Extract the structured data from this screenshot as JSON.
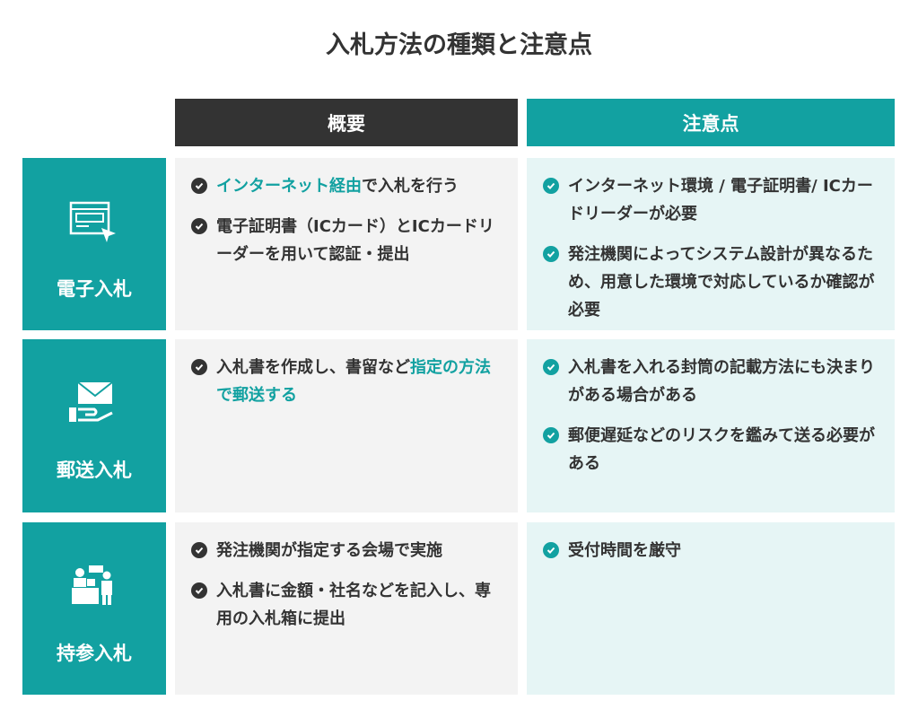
{
  "title": "入札方法の種類と注意点",
  "headers": {
    "overview": "概要",
    "notes": "注意点"
  },
  "rows": [
    {
      "name": "電子入札",
      "icon": "browser-cursor-icon",
      "overview": [
        {
          "pre": "",
          "hl": "インターネット経由",
          "post": "で入札を行う"
        },
        {
          "pre": "電子証明書（ICカード）とICカードリーダーを用いて認証・提出",
          "hl": "",
          "post": ""
        }
      ],
      "notes": [
        "インターネット環境 / 電子証明書/ ICカードリーダーが必要",
        "発注機関によってシステム設計が異なるため、用意した環境で対応しているか確認が必要"
      ]
    },
    {
      "name": "郵送入札",
      "icon": "envelope-hand-icon",
      "overview": [
        {
          "pre": "入札書を作成し、書留など",
          "hl": "指定の方法で郵送する",
          "post": ""
        }
      ],
      "notes": [
        "入札書を入れる封筒の記載方法にも決まりがある場合がある",
        "郵便遅延などのリスクを鑑みて送る必要がある"
      ]
    },
    {
      "name": "持参入札",
      "icon": "reception-desk-icon",
      "overview": [
        {
          "pre": "発注機関が指定する会場で実施",
          "hl": "",
          "post": ""
        },
        {
          "pre": "入札書に金額・社名などを記入し、専用の入札箱に提出",
          "hl": "",
          "post": ""
        }
      ],
      "notes": [
        "受付時間を厳守"
      ]
    }
  ]
}
